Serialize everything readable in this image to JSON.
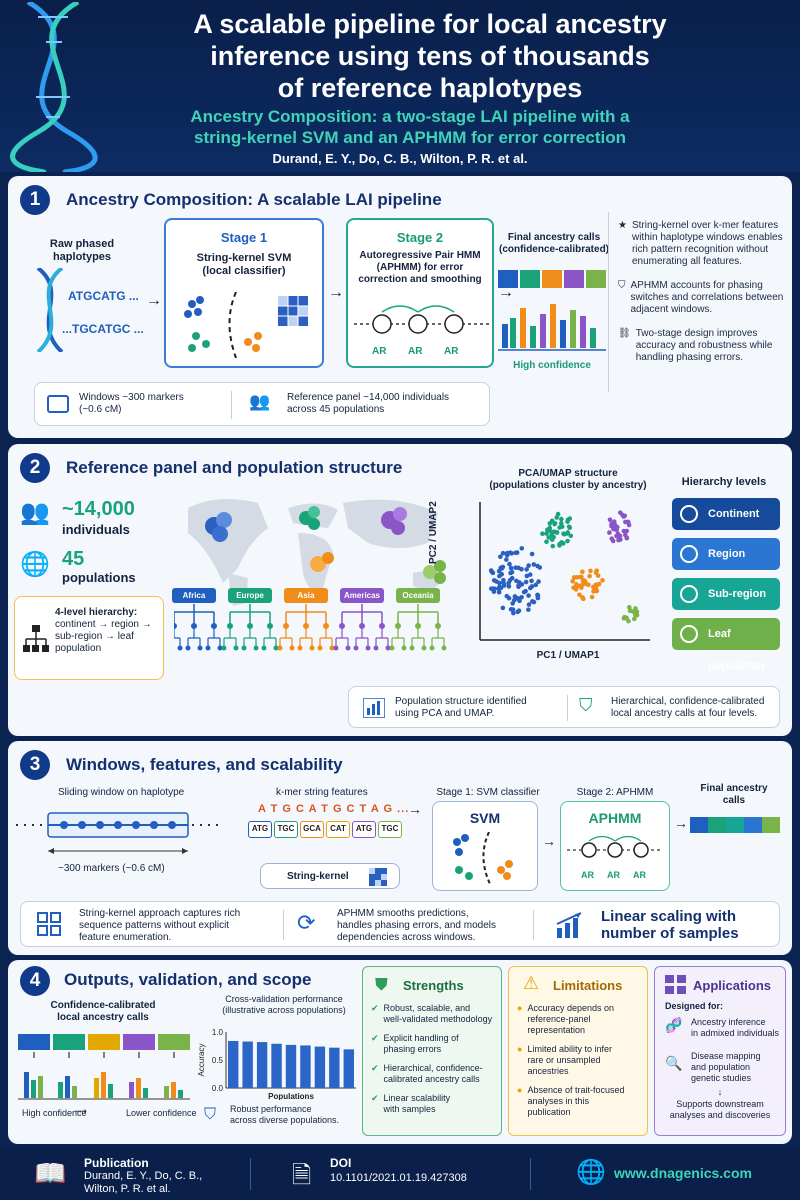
{
  "header": {
    "title_lines": [
      "A scalable pipeline for local ancestry",
      "inference using tens of thousands",
      "of reference haplotypes"
    ],
    "subtitle_lines": [
      "Ancestry Composition: a two-stage LAI pipeline with a",
      "string-kernel SVM and an APHMM for error correction"
    ],
    "authors": "Durand, E. Y., Do, C. B., Wilton, P. R. et al."
  },
  "s1": {
    "num": "1",
    "title": "Ancestry Composition: A scalable LAI pipeline",
    "raw_label_lines": [
      "Raw phased",
      "haplotypes"
    ],
    "seq1": "ATGCATG ...",
    "seq2": "...TGCATGC ...",
    "stage1_title": "Stage 1",
    "stage1_sub_lines": [
      "String-kernel SVM",
      "(local classifier)"
    ],
    "stage2_title": "Stage 2",
    "stage2_sub_lines": [
      "Autoregressive Pair HMM",
      "(APHMM) for error",
      "correction and smoothing"
    ],
    "ar": [
      "AR",
      "AR",
      "AR"
    ],
    "final_lines": [
      "Final ancestry calls",
      "(confidence-calibrated)"
    ],
    "high_conf": "High confidence",
    "bullets": [
      "String-kernel over k-mer features within haplotype windows enables rich pattern recognition without enumerating all features.",
      "APHMM accounts for phasing switches and correlations between adjacent windows.",
      "Two-stage design improves accuracy and robustness while handling phasing errors."
    ],
    "info1_lines": [
      "Windows ~300 markers",
      "(~0.6 cM)"
    ],
    "info2_lines": [
      "Reference panel ~14,000 individuals",
      "across 45 populations"
    ]
  },
  "s2": {
    "num": "2",
    "title": "Reference panel and population structure",
    "stat1_value": "~14,000",
    "stat1_label": "individuals",
    "stat2_value": "45",
    "stat2_label": "populations",
    "hier_box_lines": [
      "4-level hierarchy:",
      "continent → region →",
      "sub-region → leaf",
      "population"
    ],
    "regions": [
      {
        "label": "Africa",
        "color": "#1f5fbf"
      },
      {
        "label": "Europe",
        "color": "#1aa37a"
      },
      {
        "label": "Asia",
        "color": "#f08c1a"
      },
      {
        "label": "Americas",
        "color": "#8a55c7"
      },
      {
        "label": "Oceania",
        "color": "#7ab34a"
      }
    ],
    "pca_title_lines": [
      "PCA/UMAP structure",
      "(populations cluster by ancestry)"
    ],
    "pca_xlabel": "PC1 / UMAP1",
    "pca_ylabel": "PC2 / UMAP2",
    "levels_title": "Hierarchy levels",
    "levels": [
      {
        "label": "Continent",
        "color": "#164a9a"
      },
      {
        "label": "Region",
        "color": "#2b76d2"
      },
      {
        "label": "Sub-region",
        "color": "#17a595"
      },
      {
        "label": "Leaf population",
        "color": "#6fb04a"
      }
    ],
    "info1_lines": [
      "Population structure identified",
      "using PCA and UMAP."
    ],
    "info2_lines": [
      "Hierarchical, confidence-calibrated",
      "local ancestry calls at four levels."
    ]
  },
  "s3": {
    "num": "3",
    "title": "Windows, features, and scalability",
    "sliding_label": "Sliding window on haplotype",
    "markers_label": "~300 markers (~0.6 cM)",
    "kmer_label": "k-mer string features",
    "kmer_seq": "A T G C A T G C T A G ...",
    "kmers": [
      {
        "label": "ATG",
        "color": "#1f5fbf"
      },
      {
        "label": "TGC",
        "color": "#1aa37a"
      },
      {
        "label": "GCA",
        "color": "#f08c1a"
      },
      {
        "label": "CAT",
        "color": "#e0a800"
      },
      {
        "label": "ATG",
        "color": "#8a55c7"
      },
      {
        "label": "TGC",
        "color": "#7ab34a"
      }
    ],
    "string_kernel": "String-kernel",
    "stage1_label": "Stage 1: SVM classifier",
    "svm": "SVM",
    "stage2_label": "Stage 2: APHMM",
    "aphmm": "APHMM",
    "ar": [
      "AR",
      "AR",
      "AR"
    ],
    "final_lines": [
      "Final ancestry",
      "calls"
    ],
    "info1_lines": [
      "String-kernel approach captures rich",
      "sequence patterns without explicit",
      "feature enumeration."
    ],
    "info2_lines": [
      "APHMM smooths predictions,",
      "handles phasing errors, and models",
      "dependencies across windows."
    ],
    "scaling_lines": [
      "Linear scaling with",
      "number of samples"
    ]
  },
  "s4": {
    "num": "4",
    "title": "Outputs, validation, and scope",
    "calls_title_lines": [
      "Confidence-calibrated",
      "local ancestry calls"
    ],
    "high_conf": "High confidence",
    "lower_conf": "Lower confidence",
    "cv_title_lines": [
      "Cross-validation performance",
      "(illustrative across populations)"
    ],
    "cv_robust_lines": [
      "Robust performance",
      "across diverse populations."
    ],
    "strengths_title": "Strengths",
    "strengths": [
      [
        "Robust, scalable, and",
        "well-validated methodology"
      ],
      [
        "Explicit handling of",
        "phasing errors"
      ],
      [
        "Hierarchical, confidence-",
        "calibrated ancestry calls"
      ],
      [
        "Linear scalability",
        "with samples"
      ]
    ],
    "limitations_title": "Limitations",
    "limitations": [
      [
        "Accuracy depends on",
        "reference-panel",
        "representation"
      ],
      [
        "Limited ability to infer",
        "rare or unsampled",
        "ancestries"
      ],
      [
        "Absence of trait-focused",
        "analyses in this",
        "publication"
      ]
    ],
    "applications_title": "Applications",
    "designed_for": "Designed for:",
    "app1_lines": [
      "Ancestry inference",
      "in admixed individuals"
    ],
    "app2_lines": [
      "Disease mapping",
      "and population",
      "genetic studies"
    ],
    "app3_lines": [
      "Supports downstream",
      "analyses and discoveries"
    ]
  },
  "chart_data": {
    "type": "bar",
    "title": "Cross-validation performance (illustrative across populations)",
    "xlabel": "Populations",
    "ylabel": "Accuracy",
    "ylim": [
      0,
      1.0
    ],
    "yticks": [
      "1.0",
      "0.5",
      "0.0"
    ],
    "categories": [
      "",
      "",
      "",
      "",
      "",
      "",
      "",
      "",
      ""
    ],
    "values": [
      0.84,
      0.83,
      0.82,
      0.79,
      0.77,
      0.76,
      0.74,
      0.72,
      0.69
    ],
    "grid": false
  },
  "footer": {
    "pub_title": "Publication",
    "pub_lines": [
      "Durand, E. Y., Do, C. B.,",
      "Wilton, P. R. et al."
    ],
    "doi_title": "DOI",
    "doi": "10.1101/2021.01.19.427308",
    "web": "www.dnagenics.com"
  },
  "colors": {
    "navy": "#0a1f4a",
    "accent_teal": "#3fd3b8",
    "blue": "#1f5fbf",
    "green": "#1aa37a",
    "orange": "#f08c1a",
    "purple": "#8a55c7",
    "lime": "#7ab34a"
  }
}
